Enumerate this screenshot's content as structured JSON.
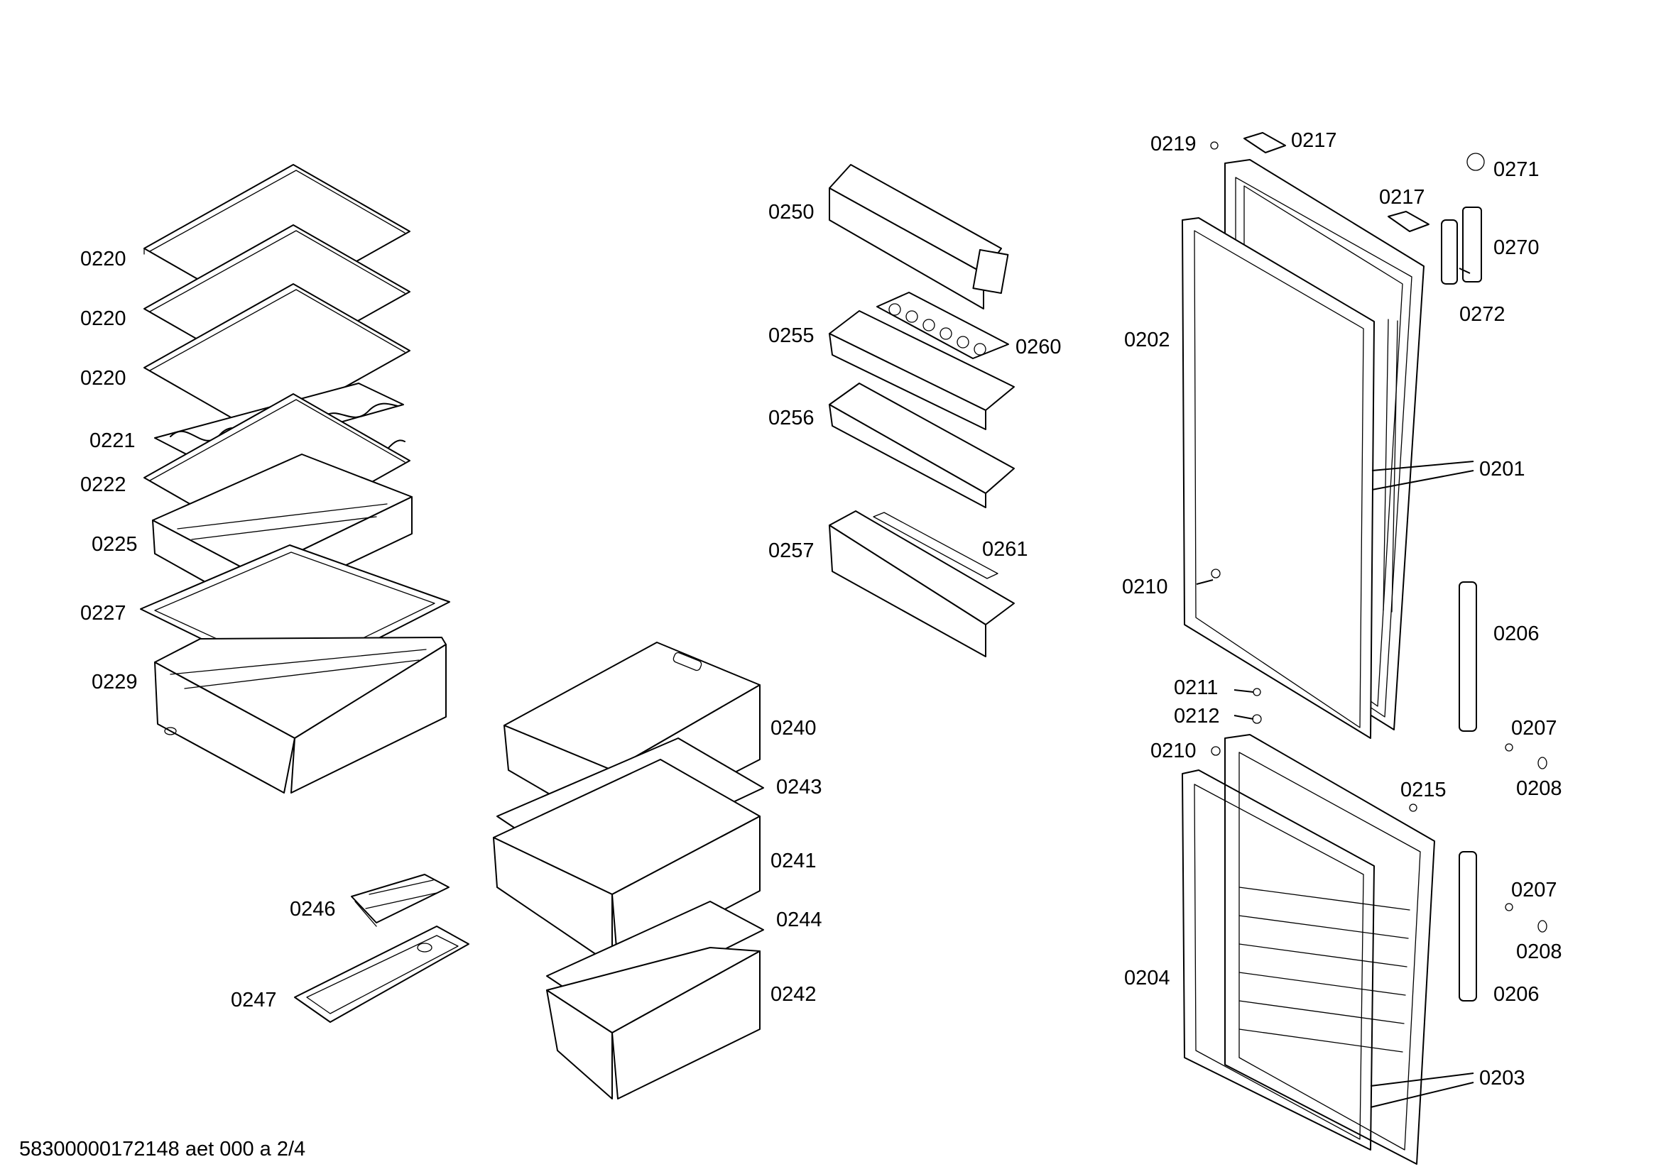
{
  "footer": "58300000172148 aet 000 a 2/4",
  "callouts": [
    {
      "id": "c0220a",
      "text": "0220"
    },
    {
      "id": "c0220b",
      "text": "0220"
    },
    {
      "id": "c0220c",
      "text": "0220"
    },
    {
      "id": "c0221",
      "text": "0221"
    },
    {
      "id": "c0222",
      "text": "0222"
    },
    {
      "id": "c0225",
      "text": "0225"
    },
    {
      "id": "c0227",
      "text": "0227"
    },
    {
      "id": "c0229",
      "text": "0229"
    },
    {
      "id": "c0246",
      "text": "0246"
    },
    {
      "id": "c0247",
      "text": "0247"
    },
    {
      "id": "c0240",
      "text": "0240"
    },
    {
      "id": "c0243",
      "text": "0243"
    },
    {
      "id": "c0241",
      "text": "0241"
    },
    {
      "id": "c0244",
      "text": "0244"
    },
    {
      "id": "c0242",
      "text": "0242"
    },
    {
      "id": "c0250",
      "text": "0250"
    },
    {
      "id": "c0255",
      "text": "0255"
    },
    {
      "id": "c0260",
      "text": "0260"
    },
    {
      "id": "c0256",
      "text": "0256"
    },
    {
      "id": "c0257",
      "text": "0257"
    },
    {
      "id": "c0261",
      "text": "0261"
    },
    {
      "id": "c0219",
      "text": "0219"
    },
    {
      "id": "c0217a",
      "text": "0217"
    },
    {
      "id": "c0217b",
      "text": "0217"
    },
    {
      "id": "c0271",
      "text": "0271"
    },
    {
      "id": "c0270",
      "text": "0270"
    },
    {
      "id": "c0272",
      "text": "0272"
    },
    {
      "id": "c0202",
      "text": "0202"
    },
    {
      "id": "c0201",
      "text": "0201"
    },
    {
      "id": "c0210a",
      "text": "0210"
    },
    {
      "id": "c0206a",
      "text": "0206"
    },
    {
      "id": "c0211",
      "text": "0211"
    },
    {
      "id": "c0212",
      "text": "0212"
    },
    {
      "id": "c0210b",
      "text": "0210"
    },
    {
      "id": "c0207a",
      "text": "0207"
    },
    {
      "id": "c0208a",
      "text": "0208"
    },
    {
      "id": "c0215",
      "text": "0215"
    },
    {
      "id": "c0207b",
      "text": "0207"
    },
    {
      "id": "c0208b",
      "text": "0208"
    },
    {
      "id": "c0204",
      "text": "0204"
    },
    {
      "id": "c0206b",
      "text": "0206"
    },
    {
      "id": "c0203",
      "text": "0203"
    }
  ]
}
